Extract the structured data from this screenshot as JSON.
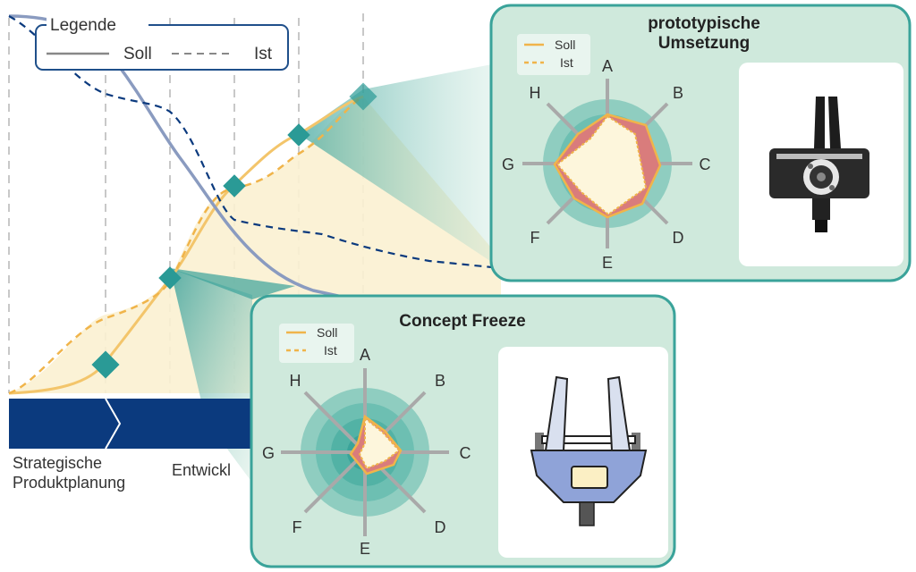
{
  "legend": {
    "title": "Legende",
    "soll": "Soll",
    "ist": "Ist"
  },
  "phases": [
    "Strategische\nProduktplanung",
    "Entwickl"
  ],
  "panel_top": {
    "title_line1": "prototypische",
    "title_line2": "Umsetzung",
    "legend_soll": "Soll",
    "legend_ist": "Ist",
    "axes": [
      "A",
      "B",
      "C",
      "D",
      "E",
      "F",
      "G",
      "H"
    ]
  },
  "panel_bottom": {
    "title": "Concept Freeze",
    "legend_soll": "Soll",
    "legend_ist": "Ist",
    "axes": [
      "A",
      "B",
      "C",
      "D",
      "E",
      "F",
      "G",
      "H"
    ]
  },
  "colors": {
    "navy": "#0b3a7e",
    "teal": "#2a9a96",
    "panel_bg": "#cfe9dc",
    "panel_border": "#3aa39a",
    "soll": "#f0b44a",
    "ist_fill": "#fdf6dc",
    "gap": "#d97c7c",
    "soll_line": "#8a9bc0"
  },
  "icons": {
    "top_image": "gripper-photo-icon",
    "bottom_image": "gripper-schematic-icon",
    "marker": "diamond-icon"
  }
}
